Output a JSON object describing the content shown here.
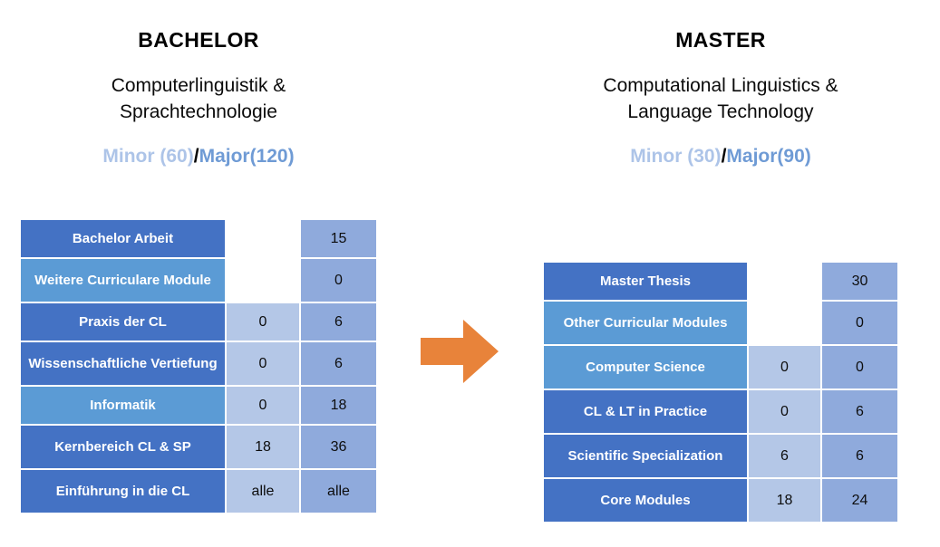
{
  "panels": [
    {
      "id": "bachelor",
      "degree_title": "BACHELOR",
      "program_name": "Computerlinguistik &\nSprachtechnologie",
      "tracks": {
        "minor_label": "Minor (60)",
        "separator": "/",
        "major_label": "Major(120)"
      },
      "table": {
        "rows": [
          {
            "label": "Bachelor Arbeit",
            "tone": "dark",
            "minor": "",
            "major": "15",
            "minor_empty": true,
            "height": "row-h1"
          },
          {
            "label": "Weitere Curriculare Module",
            "tone": "light",
            "minor": "",
            "major": "0",
            "minor_empty": true,
            "height": "row-h2"
          },
          {
            "label": "Praxis der CL",
            "tone": "dark",
            "minor": "0",
            "major": "6",
            "minor_empty": false,
            "height": "row-h1"
          },
          {
            "label": "Wissenschaftliche Vertiefung",
            "tone": "dark",
            "minor": "0",
            "major": "6",
            "minor_empty": false,
            "height": "row-h2"
          },
          {
            "label": "Informatik",
            "tone": "light",
            "minor": "0",
            "major": "18",
            "minor_empty": false,
            "height": "row-h1"
          },
          {
            "label": "Kernbereich CL & SP",
            "tone": "dark",
            "minor": "18",
            "major": "36",
            "minor_empty": false,
            "height": "row-h2"
          },
          {
            "label": "Einführung in die CL",
            "tone": "dark",
            "minor": "alle",
            "major": "alle",
            "minor_empty": false,
            "height": "row-h2"
          }
        ]
      }
    },
    {
      "id": "master",
      "degree_title": "MASTER",
      "program_name": "Computational Linguistics &\nLanguage Technology",
      "tracks": {
        "minor_label": "Minor (30)",
        "separator": "/",
        "major_label": "Major(90)"
      },
      "table": {
        "rows": [
          {
            "label": "Master Thesis",
            "tone": "dark",
            "minor": "",
            "major": "30",
            "minor_empty": true,
            "height": "row-h1"
          },
          {
            "label": "Other Curricular Modules",
            "tone": "light",
            "minor": "",
            "major": "0",
            "minor_empty": true,
            "height": "row-h2"
          },
          {
            "label": "Computer Science",
            "tone": "light",
            "minor": "0",
            "major": "0",
            "minor_empty": false,
            "height": "row-h2"
          },
          {
            "label": "CL & LT in Practice",
            "tone": "dark",
            "minor": "0",
            "major": "6",
            "minor_empty": false,
            "height": "row-h2"
          },
          {
            "label": "Scientific Specialization",
            "tone": "dark",
            "minor": "6",
            "major": "6",
            "minor_empty": false,
            "height": "row-h2"
          },
          {
            "label": "Core Modules",
            "tone": "dark",
            "minor": "18",
            "major": "24",
            "minor_empty": false,
            "height": "row-h2"
          }
        ]
      }
    }
  ],
  "arrow": {
    "name": "right-arrow-icon",
    "direction": "right",
    "color": "#e8833a"
  },
  "colors": {
    "label_dark": "#4472C4",
    "label_light": "#5B9BD5",
    "minor_cell": "#B4C7E7",
    "major_cell": "#8FAADC",
    "minor_text": "#ADC4E8",
    "major_text": "#6F9BD5",
    "arrow": "#E8833A",
    "background": "#FFFFFF"
  }
}
